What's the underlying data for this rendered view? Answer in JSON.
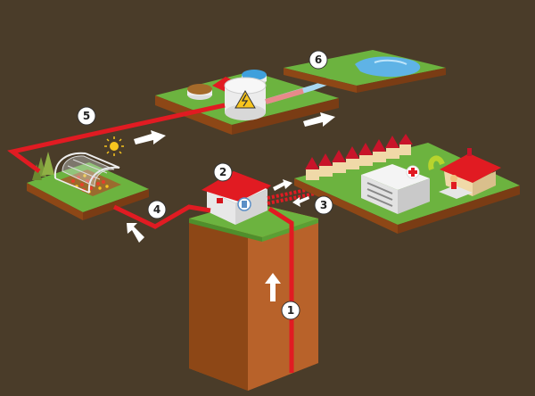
{
  "colors": {
    "background": "#4a3c29",
    "grass": "#6cb33f",
    "grass_dark": "#4f8f2c",
    "soil_front": "#a4531d",
    "soil_side": "#7a3c14",
    "pipe_hot": "#e11b22",
    "pipe_cool": "#a9d8f2",
    "water": "#5fb3e6",
    "arrow": "#ffffff",
    "sun": "#f7c51e"
  },
  "steps": [
    {
      "label": "1"
    },
    {
      "label": "2"
    },
    {
      "label": "3"
    },
    {
      "label": "4"
    },
    {
      "label": "5"
    },
    {
      "label": "6"
    }
  ]
}
